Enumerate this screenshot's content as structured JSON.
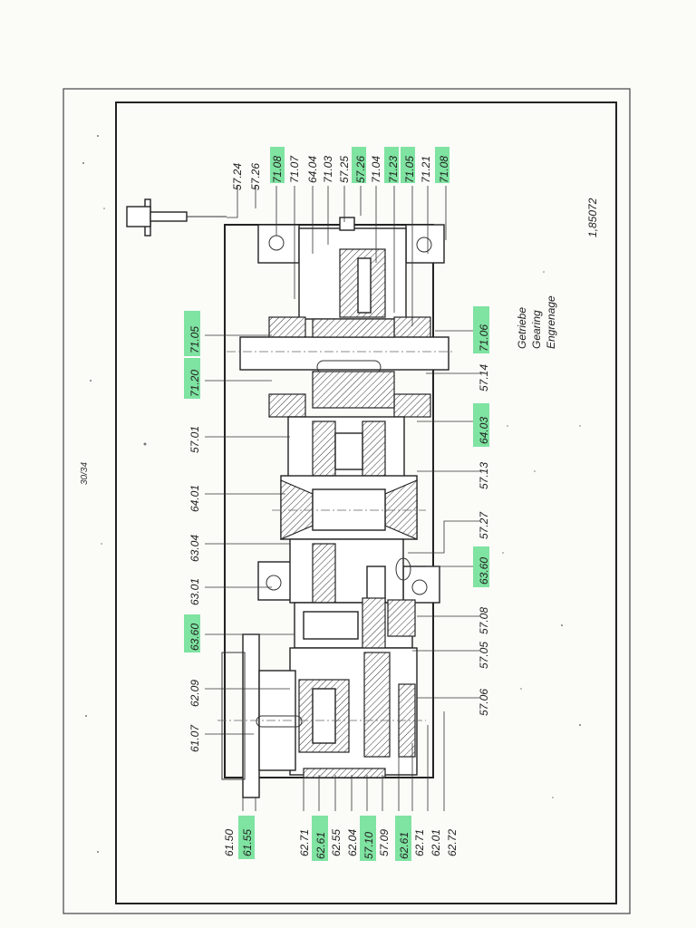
{
  "page_number": "30/34",
  "drawing_number": "1,85072",
  "caption": [
    "Getriebe",
    "Gearing",
    "Engrenage"
  ],
  "highlight_color": "#7fe3a1",
  "labels": {
    "top_left": [
      "57.24",
      "57.26"
    ],
    "top_row": [
      "71.08",
      "71.07",
      "64.04",
      "71.03",
      "57.25",
      "57.26",
      "71.04",
      "71.23",
      "71.05",
      "71.21",
      "71.08"
    ],
    "left_col": [
      "71.05",
      "71.20",
      "57.01",
      "64.01",
      "63.04",
      "63.01",
      "63.60",
      "62.09",
      "61.07"
    ],
    "right_col": [
      "71.06",
      "57.14",
      "64.03",
      "57.13",
      "57.27",
      "63.60",
      "57.08",
      "57.05",
      "57.06"
    ],
    "bottom_left": [
      "61.50",
      "61.55"
    ],
    "bottom_row": [
      "62.71",
      "62.61",
      "62.55",
      "62.04",
      "57.10",
      "57.09",
      "62.61",
      "62.71",
      "62.01",
      "62.72"
    ]
  },
  "highlighted": [
    "71.08",
    "57.26",
    "71.23",
    "71.05",
    "71.06",
    "71.20",
    "64.03",
    "63.60",
    "61.55",
    "62.61",
    "57.10"
  ]
}
